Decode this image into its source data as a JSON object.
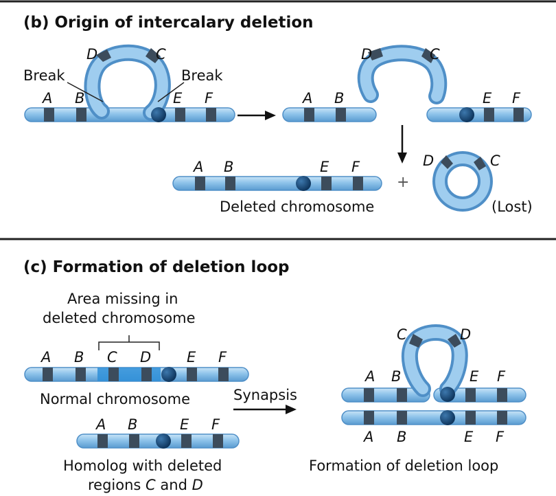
{
  "panel_b": {
    "title": "(b) Origin of intercalary deletion",
    "break_left": "Break",
    "break_right": "Break",
    "deleted_caption": "Deleted chromosome",
    "plus": "+",
    "lost": "(Lost)"
  },
  "panel_c": {
    "title": "(c) Formation of deletion loop",
    "area_missing_line1": "Area missing in",
    "area_missing_line2": "deleted chromosome",
    "normal_caption": "Normal chromosome",
    "synapsis": "Synapsis",
    "homolog_line1": "Homolog with deleted",
    "homolog_line2_prefix": "regions",
    "homolog_line2_and": "and",
    "loop_caption": "Formation of deletion loop"
  },
  "genes": {
    "A": "A",
    "B": "B",
    "C": "C",
    "D": "D",
    "E": "E",
    "F": "F"
  },
  "colors": {
    "chromosome_body": "#8ec3ea",
    "chromosome_edge": "#4f8fc7",
    "band": "#3c4c5c",
    "centromere": "#0e3d68",
    "missing_region": "#2f8fd8",
    "divider": "#222222"
  }
}
